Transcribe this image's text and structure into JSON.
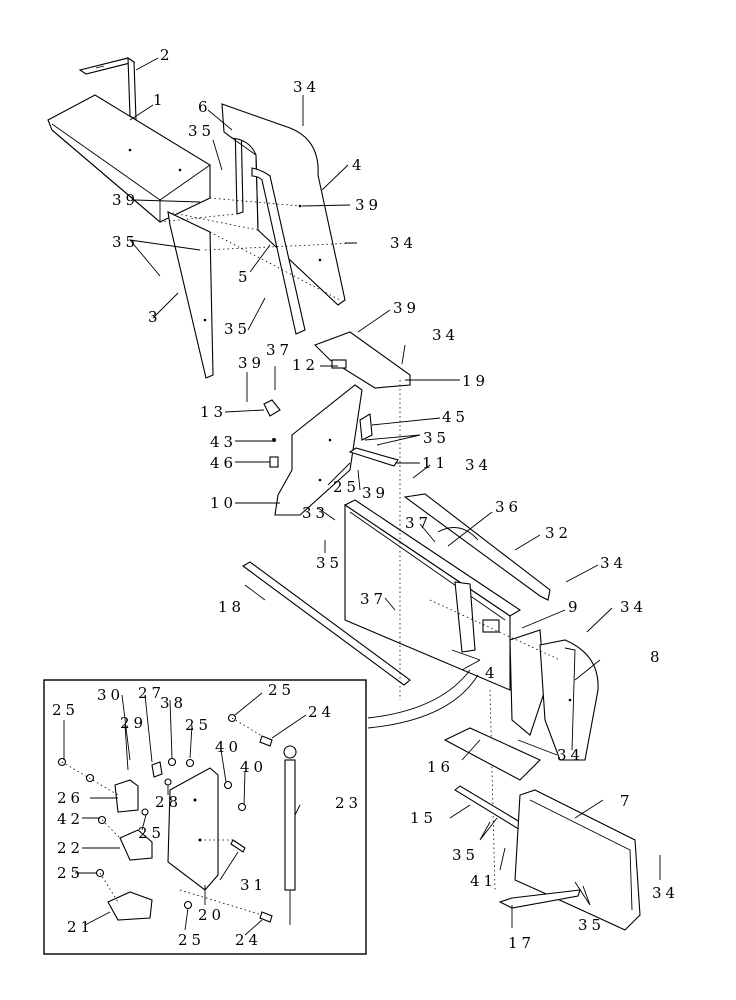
{
  "callouts": [
    {
      "id": "c-2-top",
      "text": "2"
    },
    {
      "id": "c-1",
      "text": "1"
    },
    {
      "id": "c-34-a",
      "text": "34"
    },
    {
      "id": "c-6",
      "text": "6"
    },
    {
      "id": "c-35-a",
      "text": "35"
    },
    {
      "id": "c-4-top",
      "text": "4"
    },
    {
      "id": "c-39-a",
      "text": "39"
    },
    {
      "id": "c-39-b",
      "text": "39"
    },
    {
      "id": "c-35-b",
      "text": "35"
    },
    {
      "id": "c-34-b",
      "text": "34"
    },
    {
      "id": "c-5",
      "text": "5"
    },
    {
      "id": "c-3",
      "text": "3"
    },
    {
      "id": "c-35-c",
      "text": "35"
    },
    {
      "id": "c-39-c",
      "text": "39"
    },
    {
      "id": "c-34-c",
      "text": "34"
    },
    {
      "id": "c-39-d",
      "text": "39"
    },
    {
      "id": "c-37-a",
      "text": "37"
    },
    {
      "id": "c-12",
      "text": "12"
    },
    {
      "id": "c-19",
      "text": "19"
    },
    {
      "id": "c-13",
      "text": "13"
    },
    {
      "id": "c-45",
      "text": "45"
    },
    {
      "id": "c-43",
      "text": "43"
    },
    {
      "id": "c-35-d",
      "text": "35"
    },
    {
      "id": "c-46",
      "text": "46"
    },
    {
      "id": "c-11",
      "text": "11"
    },
    {
      "id": "c-34-d",
      "text": "34"
    },
    {
      "id": "c-25-a",
      "text": "25"
    },
    {
      "id": "c-39-e",
      "text": "39"
    },
    {
      "id": "c-10",
      "text": "10"
    },
    {
      "id": "c-33",
      "text": "33"
    },
    {
      "id": "c-36",
      "text": "36"
    },
    {
      "id": "c-37-b",
      "text": "37"
    },
    {
      "id": "c-32",
      "text": "32"
    },
    {
      "id": "c-35-e",
      "text": "35"
    },
    {
      "id": "c-34-e",
      "text": "34"
    },
    {
      "id": "c-18",
      "text": "18"
    },
    {
      "id": "c-37-c",
      "text": "37"
    },
    {
      "id": "c-34-f",
      "text": "34"
    },
    {
      "id": "c-9",
      "text": "9"
    },
    {
      "id": "c-8",
      "text": "8"
    },
    {
      "id": "c-4-mid",
      "text": "4"
    },
    {
      "id": "c-34-g",
      "text": "34"
    },
    {
      "id": "c-16",
      "text": "16"
    },
    {
      "id": "c-7",
      "text": "7"
    },
    {
      "id": "c-15",
      "text": "15"
    },
    {
      "id": "c-35-f",
      "text": "35"
    },
    {
      "id": "c-41",
      "text": "41"
    },
    {
      "id": "c-34-h",
      "text": "34"
    },
    {
      "id": "c-35-g",
      "text": "35"
    },
    {
      "id": "c-17",
      "text": "17"
    },
    {
      "id": "c-25-b",
      "text": "25"
    },
    {
      "id": "c-30",
      "text": "30"
    },
    {
      "id": "c-27",
      "text": "27"
    },
    {
      "id": "c-38",
      "text": "38"
    },
    {
      "id": "c-24-a",
      "text": "24"
    },
    {
      "id": "c-25-c",
      "text": "25"
    },
    {
      "id": "c-29",
      "text": "29"
    },
    {
      "id": "c-25-d",
      "text": "25"
    },
    {
      "id": "c-40-a",
      "text": "40"
    },
    {
      "id": "c-40-b",
      "text": "40"
    },
    {
      "id": "c-26",
      "text": "26"
    },
    {
      "id": "c-28",
      "text": "28"
    },
    {
      "id": "c-23",
      "text": "23"
    },
    {
      "id": "c-42",
      "text": "42"
    },
    {
      "id": "c-25-e",
      "text": "25"
    },
    {
      "id": "c-22",
      "text": "22"
    },
    {
      "id": "c-31",
      "text": "31"
    },
    {
      "id": "c-25-f",
      "text": "25"
    },
    {
      "id": "c-20",
      "text": "20"
    },
    {
      "id": "c-21",
      "text": "21"
    },
    {
      "id": "c-25-g",
      "text": "25"
    },
    {
      "id": "c-24-b",
      "text": "24"
    }
  ]
}
